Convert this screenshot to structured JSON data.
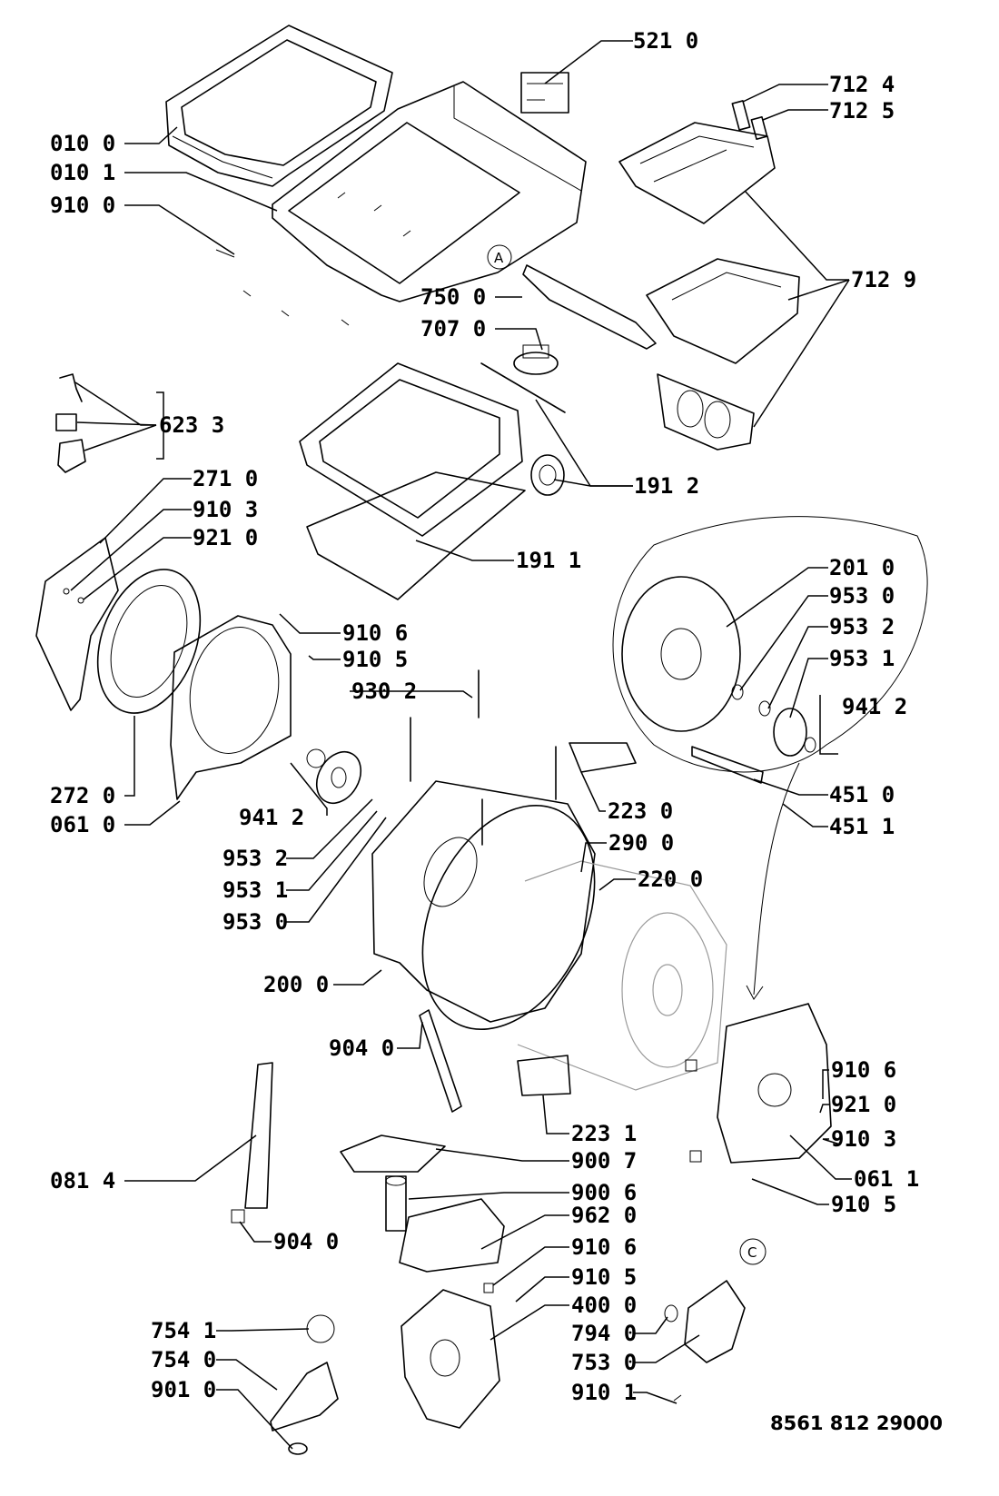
{
  "drawing_code": "8561 812 29000",
  "callouts": [
    "A",
    "C"
  ],
  "labels": {
    "l5210": "521 0",
    "l7124": "712 4",
    "l7125": "712 5",
    "l0100": "010 0",
    "l0101": "010 1",
    "l9100": "910 0",
    "l7129": "712 9",
    "l7500": "750 0",
    "l7070": "707 0",
    "l6233": "623 3",
    "l1912": "191 2",
    "l2710": "271 0",
    "l9103a": "910 3",
    "l9210a": "921 0",
    "l1911": "191 1",
    "l2010": "201 0",
    "l9530a": "953 0",
    "l9532a": "953 2",
    "l9531a": "953 1",
    "l9412a": "941 2",
    "l9106a": "910 6",
    "l9105a": "910 5",
    "l9302": "930 2",
    "l4510": "451 0",
    "l4511": "451 1",
    "l2720": "272 0",
    "l0610": "061 0",
    "l9412b": "941 2",
    "l2230": "223 0",
    "l2900": "290 0",
    "l9532b": "953 2",
    "l9531b": "953 1",
    "l2200": "220 0",
    "l9530b": "953 0",
    "l2000": "200 0",
    "l9040a": "904 0",
    "l9106b": "910 6",
    "l9210b": "921 0",
    "l9103b": "910 3",
    "l2231": "223 1",
    "l0611": "061 1",
    "l9007": "900 7",
    "l0814": "081 4",
    "l9105b": "910 5",
    "l9006": "900 6",
    "l9040b": "904 0",
    "l9620": "962 0",
    "l9106c": "910 6",
    "l9105c": "910 5",
    "l4000": "400 0",
    "l7541": "754 1",
    "l7940": "794 0",
    "l7540": "754 0",
    "l7530": "753 0",
    "l9010": "901 0",
    "l9101": "910 1"
  }
}
